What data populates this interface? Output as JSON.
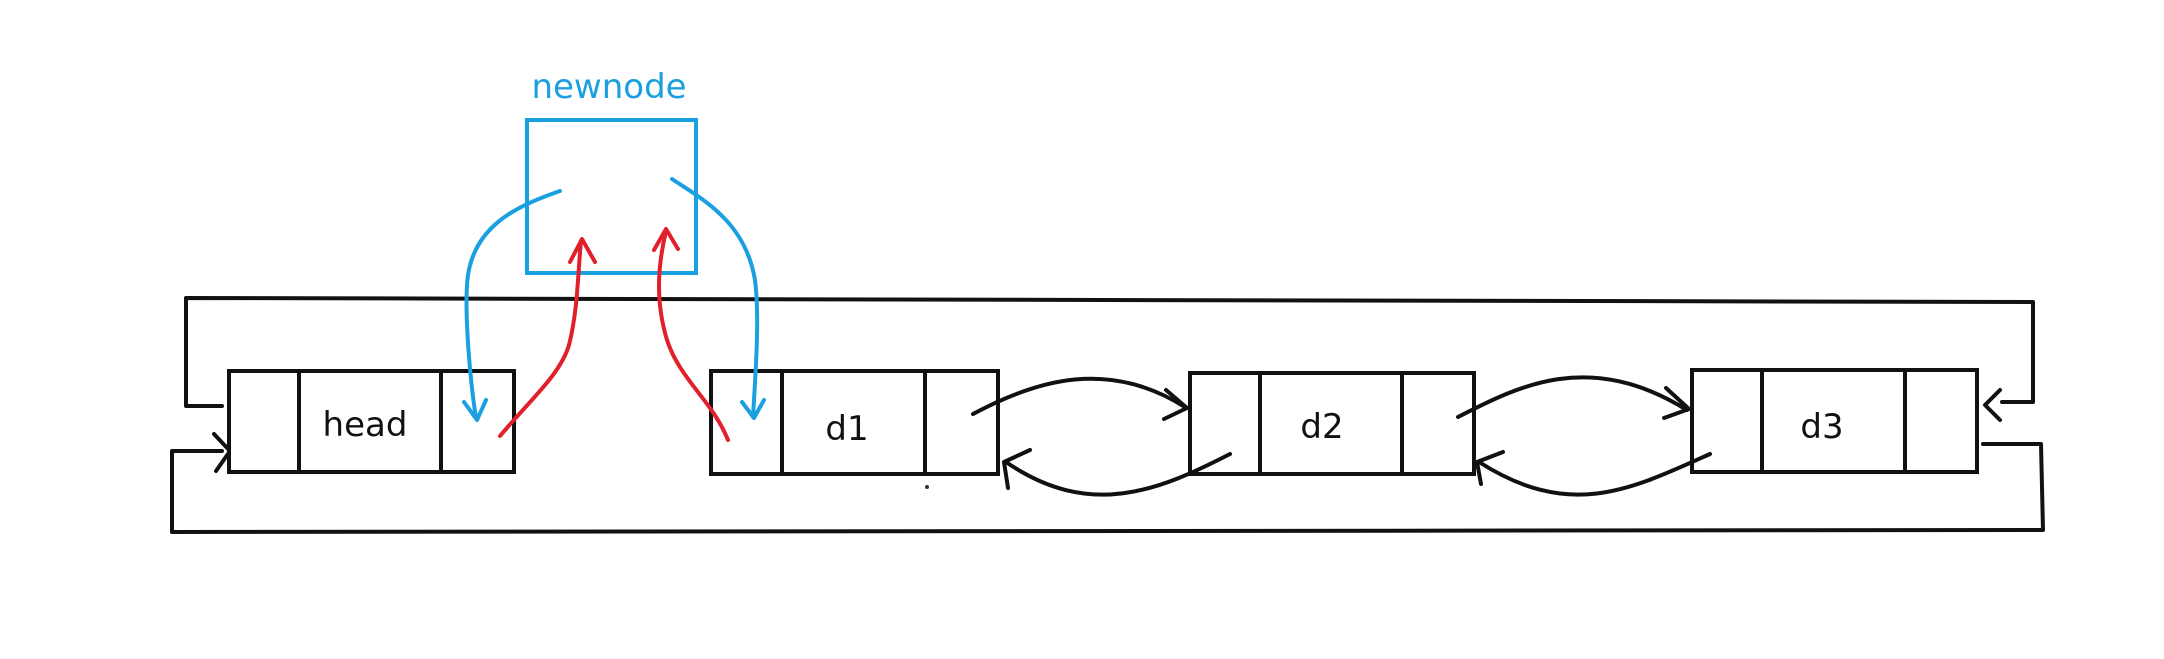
{
  "nodes": {
    "head": "head",
    "d1": "d1",
    "d2": "d2",
    "d3": "d3"
  },
  "newnode": {
    "label": "newnode"
  },
  "colors": {
    "node_stroke": "#111111",
    "newnode_blue": "#1aa0e0",
    "insert_red": "#e0202a",
    "link_black": "#111111"
  }
}
